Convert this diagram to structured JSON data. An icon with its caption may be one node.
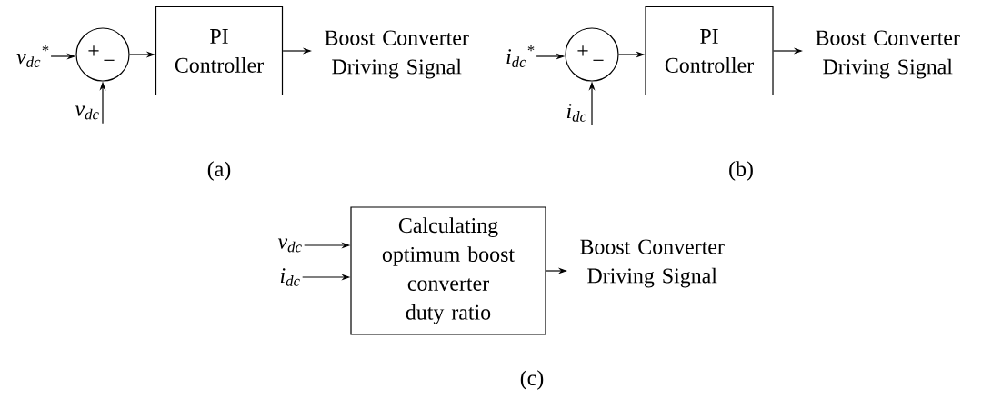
{
  "diagram": {
    "nodes": [
      {
        "text": [
          "v$_{dc}$$^{*}$"
        ]
      },
      {
        "text": [
          "+",
          "−"
        ]
      },
      {
        "text": [
          "PI Controller"
        ]
      },
      {
        "text": [
          "Boost Converter Driving Signal"
        ]
      },
      {
        "text": [
          "v$_{dc}$"
        ]
      },
      {
        "text": [
          "i$_{dc}$$^{*}$"
        ]
      },
      {
        "text": [
          "+",
          "−"
        ]
      },
      {
        "text": [
          "PI Controller"
        ]
      },
      {
        "text": [
          "Boost Converter Driving Signal"
        ]
      },
      {
        "text": [
          "i$_{dc}$"
        ]
      },
      {
        "text": [
          "v$_{dc}$"
        ]
      },
      {
        "text": [
          "i$_{dc}$"
        ]
      },
      {
        "text": [
          "Calculating optimum boost converter duty ratio"
        ]
      },
      {
        "text": [
          "Boost Converter Driving Signal"
        ]
      }
    ],
    "edges": [
      {
        "from": 0,
        "to": 1,
        "arrow": "to"
      },
      {
        "from": 4,
        "to": 1,
        "arrow": "to"
      },
      {
        "from": 1,
        "to": 2,
        "arrow": "to"
      },
      {
        "from": 2,
        "to": 3,
        "arrow": "to"
      },
      {
        "from": 5,
        "to": 6,
        "arrow": "to"
      },
      {
        "from": 9,
        "to": 6,
        "arrow": "to"
      },
      {
        "from": 6,
        "to": 7,
        "arrow": "to"
      },
      {
        "from": 7,
        "to": 8,
        "arrow": "to"
      },
      {
        "from": 10,
        "to": 12,
        "arrow": "to"
      },
      {
        "from": 11,
        "to": 12,
        "arrow": "to"
      },
      {
        "from": 12,
        "to": 13,
        "arrow": "to"
      }
    ],
    "labels": [
      "(a)",
      "(b)",
      "(c)"
    ]
  }
}
